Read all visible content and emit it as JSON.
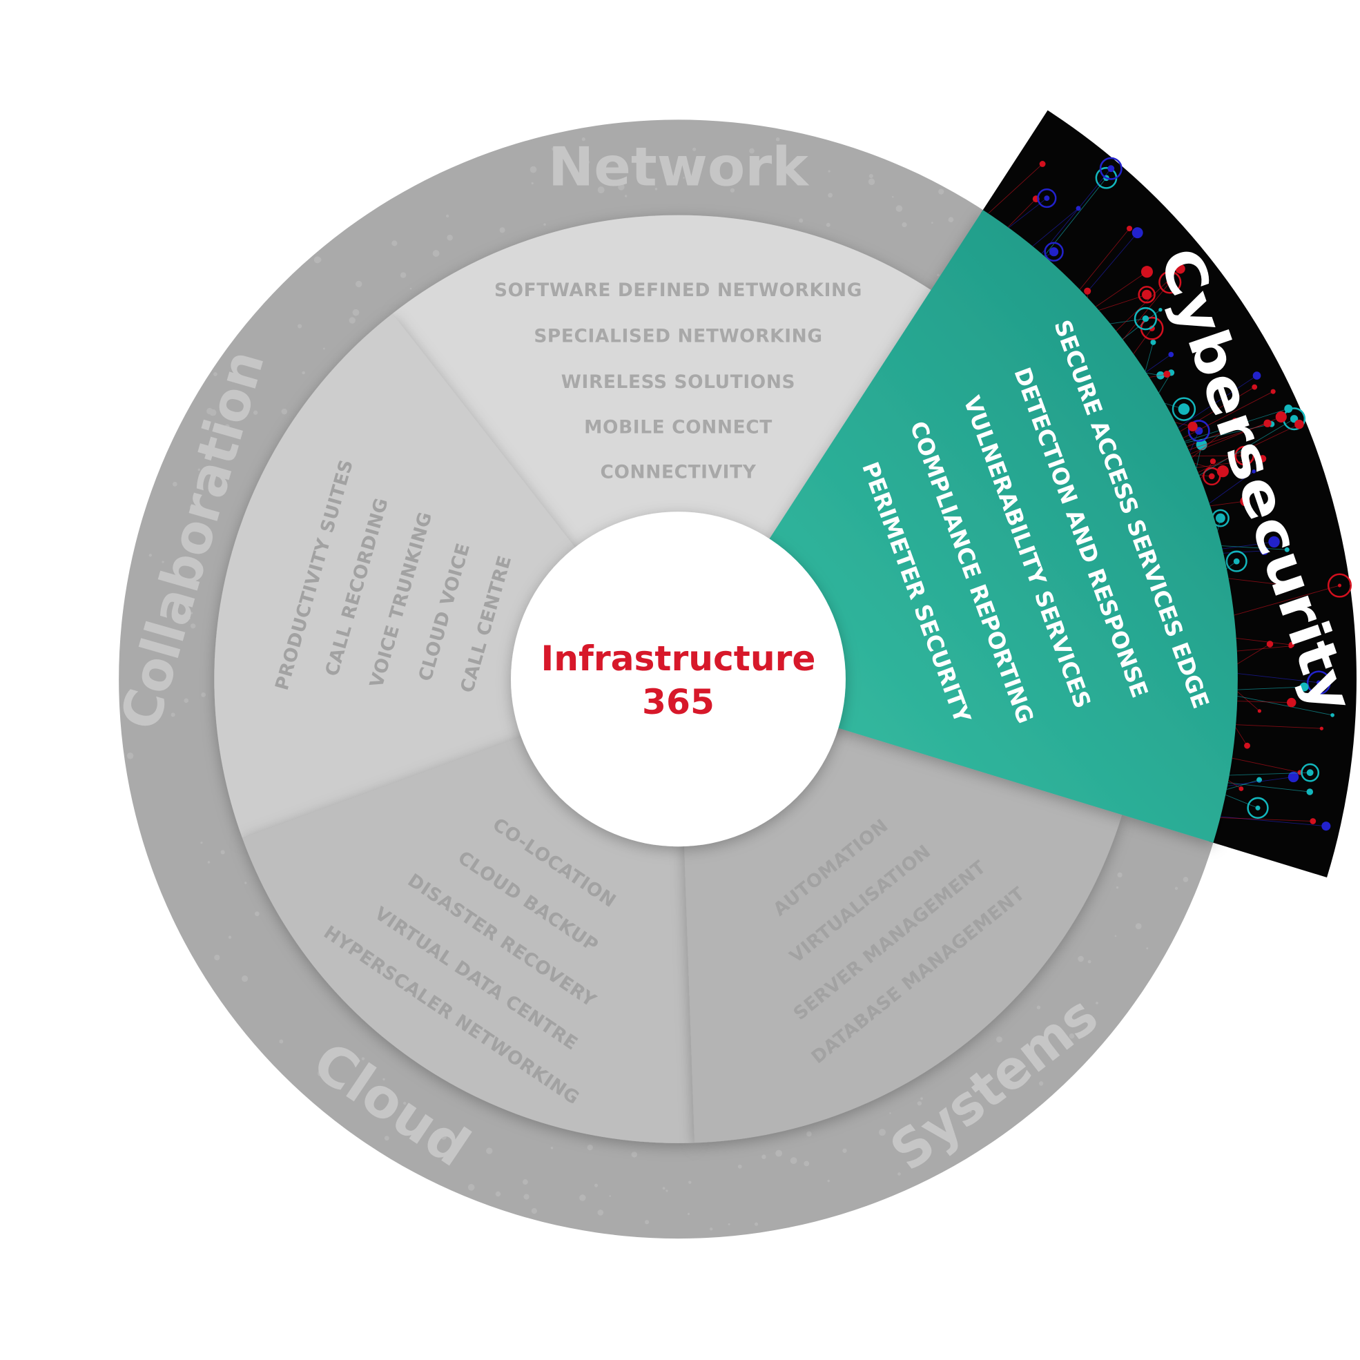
{
  "center": {
    "line1": "Infrastructure",
    "line2": "365"
  },
  "colors": {
    "accent_red": "#d7182a",
    "teal_light": "#38c2a6",
    "teal_dark": "#1c9483",
    "ring_gray": "#aaaaaa"
  },
  "segments": {
    "network": {
      "title": "Network",
      "items": [
        "SOFTWARE DEFINED NETWORKING",
        "SPECIALISED NETWORKING",
        "WIRELESS SOLUTIONS",
        "MOBILE CONNECT",
        "CONNECTIVITY"
      ]
    },
    "collaboration": {
      "title": "Collaboration",
      "items": [
        "PRODUCTIVITY SUITES",
        "CALL RECORDING",
        "VOICE TRUNKING",
        "CLOUD VOICE",
        "CALL CENTRE"
      ]
    },
    "cloud": {
      "title": "Cloud",
      "items": [
        "CO-LOCATION",
        "CLOUD BACKUP",
        "DISASTER RECOVERY",
        "VIRTUAL DATA CENTRE",
        "HYPERSCALER NETWORKING"
      ]
    },
    "systems": {
      "title": "Systems",
      "items": [
        "AUTOMATION",
        "VIRTUALISATION",
        "SERVER MANAGEMENT",
        "DATABASE MANAGEMENT"
      ]
    },
    "cybersecurity": {
      "title": "Cybersecurity",
      "items": [
        "SECURE ACCESS SERVICES EDGE",
        "DETECTION AND RESPONSE",
        "VULNERABILITY SERVICES",
        "COMPLIANCE  REPORTING",
        "PERIMETER SECURITY"
      ]
    }
  }
}
